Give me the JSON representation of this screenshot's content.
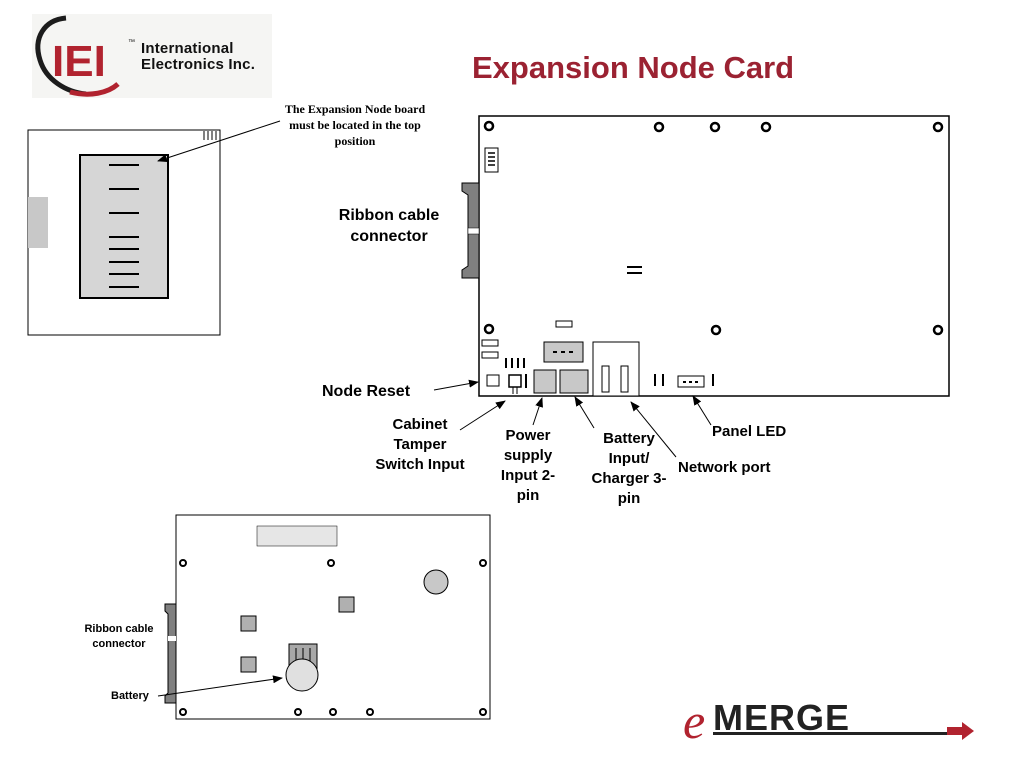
{
  "title": "Expansion Node Card",
  "logo": {
    "mark": "IEI",
    "tm": "™",
    "name_line1": "International",
    "name_line2": "Electronics Inc.",
    "mark_color": "#b1232f",
    "swoosh_color": "#1c1c1c"
  },
  "enclosure_note": "The Expansion Node board must be located in the top  position",
  "labels": {
    "ribbon_cable_connector": "Ribbon cable connector",
    "node_reset": "Node Reset",
    "cabinet_tamper": "Cabinet Tamper Switch Input",
    "power_supply": "Power supply Input 2-pin",
    "battery_charger": "Battery Input/ Charger 3-pin",
    "network_port": "Network port",
    "panel_led": "Panel LED",
    "ribbon_cable_connector_back": "Ribbon cable connector",
    "battery": "Battery"
  },
  "emerge": {
    "e": "e",
    "rest": "MERGE",
    "color": "#b1232f",
    "text_color": "#222222"
  },
  "colors": {
    "title": "#9b2232",
    "component_fill": "#c8c8c8",
    "connector_fill": "#808080",
    "board_stroke": "#000000"
  }
}
